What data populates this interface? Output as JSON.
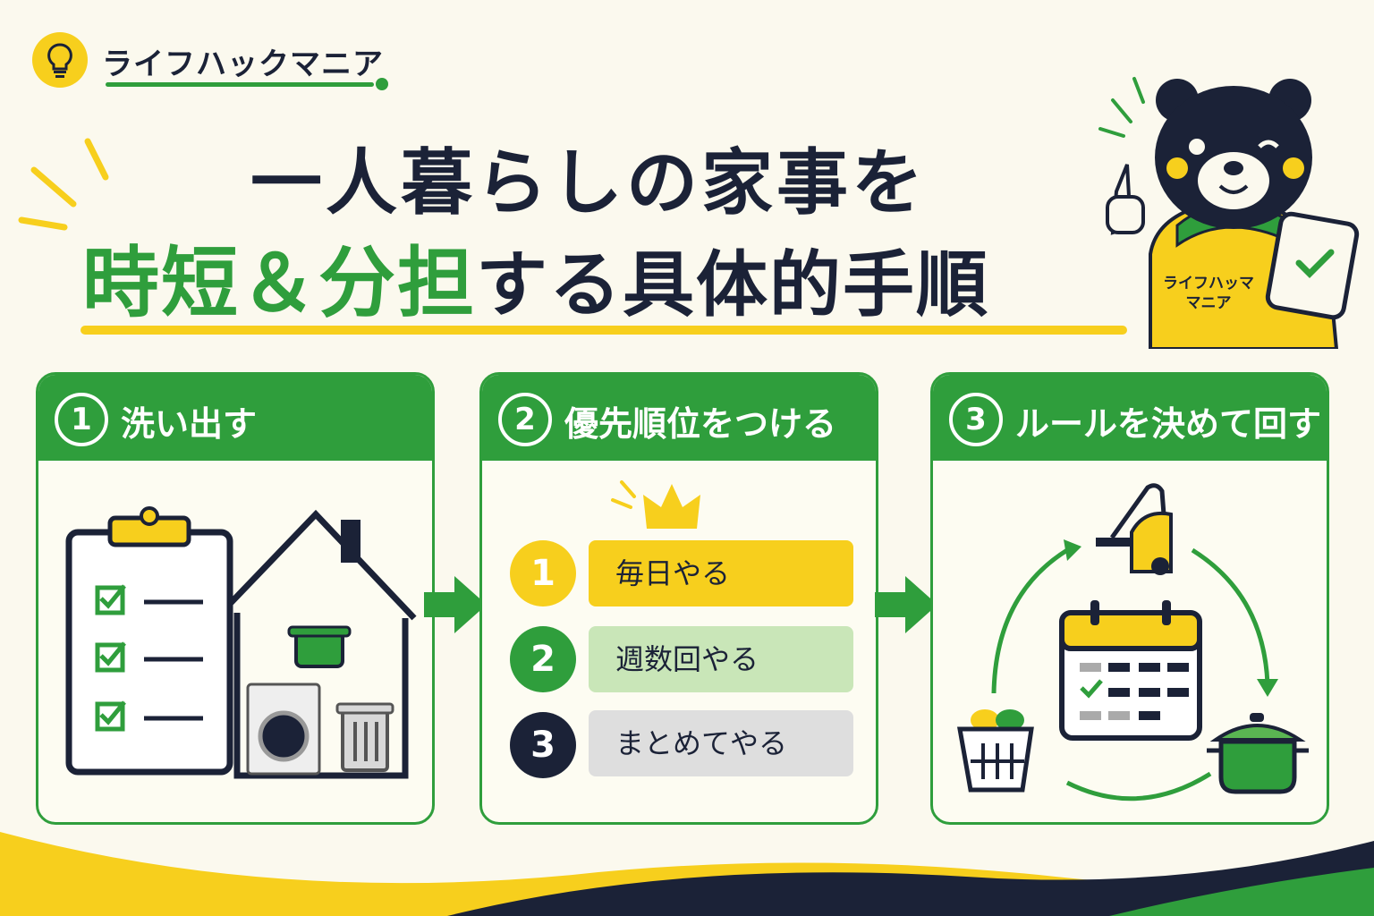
{
  "brand": {
    "name": "ライフハックマニア"
  },
  "title": {
    "line1": "一人暮らしの家事を",
    "line2_green": "時短＆分担",
    "line2_dark": "する具体的手順"
  },
  "mascot": {
    "shirt_line1": "ライフハッマ",
    "shirt_line2": "マニア"
  },
  "steps": [
    {
      "num": "1",
      "title": "洗い出す"
    },
    {
      "num": "2",
      "title": "優先順位をつける"
    },
    {
      "num": "3",
      "title": "ルールを決めて回す"
    }
  ],
  "priorities": [
    {
      "num": "1",
      "label": "毎日やる"
    },
    {
      "num": "2",
      "label": "週数回やる"
    },
    {
      "num": "3",
      "label": "まとめてやる"
    }
  ],
  "colors": {
    "green": "#2f9e3c",
    "yellow": "#f7cf1d",
    "navy": "#1b2237",
    "light_green": "#c9e6b8",
    "gray": "#dedede"
  }
}
